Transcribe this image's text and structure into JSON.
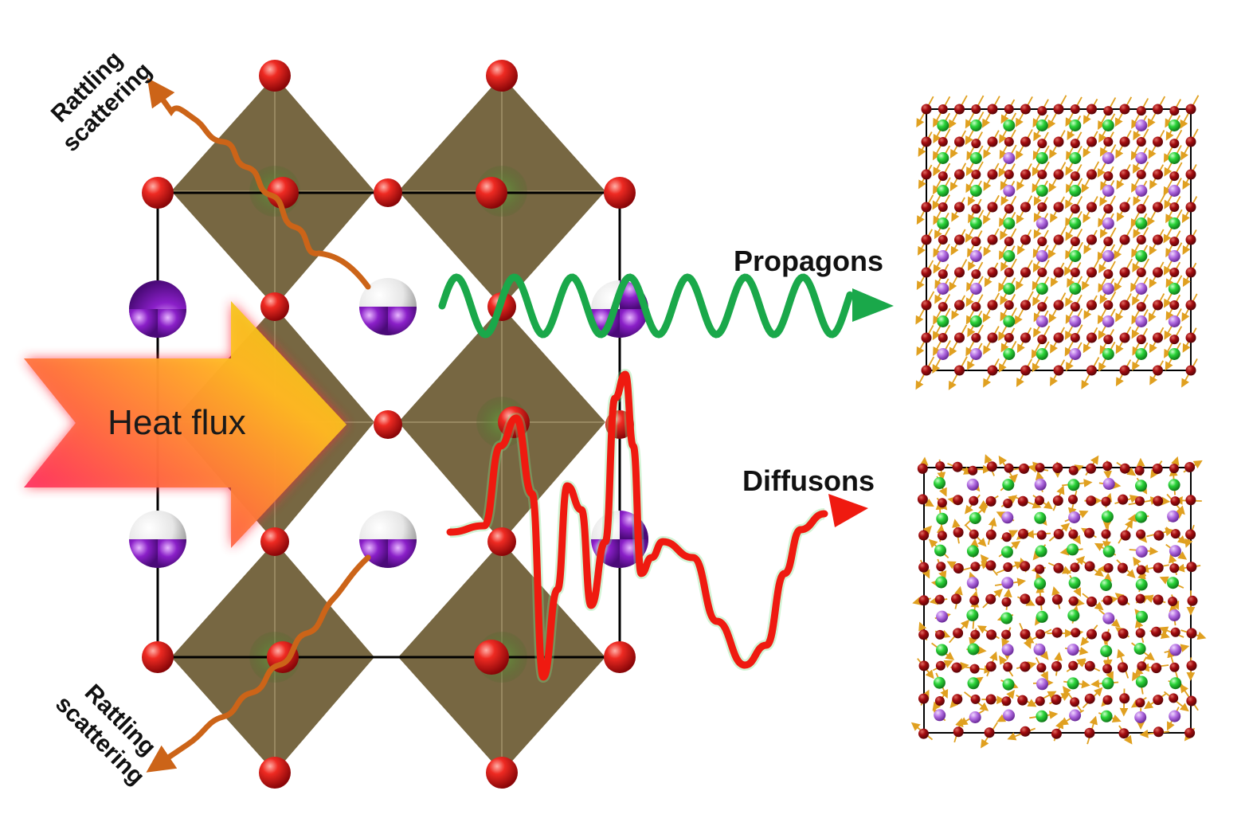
{
  "labels": {
    "heat_flux": "Heat flux",
    "propagons": "Propagons",
    "diffusons": "Diffusons",
    "rattling_top": [
      "Rattling",
      "scattering"
    ],
    "rattling_bottom": [
      "Rattling",
      "scattering"
    ]
  },
  "colors": {
    "oxygen": "#e0141a",
    "octahedron": "#6b5a32",
    "cation_purple": "#8a1fc8",
    "cation_white": "#f2f2f2",
    "propagon_wave": "#1aa84a",
    "diffuson_wave": "#ef1a10",
    "rattling_wave": "#cc6418",
    "green_atom": "#2bd43a",
    "violet_atom": "#b06ae0",
    "dark_red_atom": "#9a0c10",
    "displacement_arrow": "#e0a020"
  }
}
